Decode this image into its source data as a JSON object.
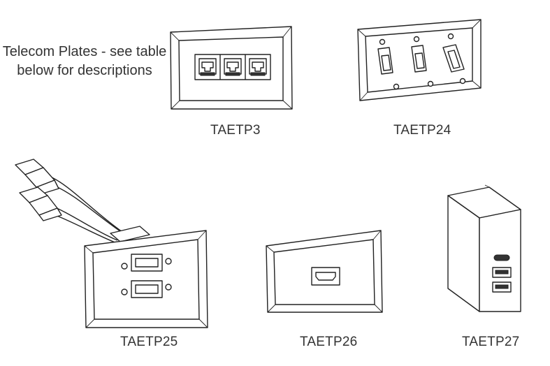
{
  "intro": {
    "line1": "Telecom Plates - see table",
    "line2": "below for descriptions"
  },
  "products": [
    {
      "code": "TAETP3"
    },
    {
      "code": "TAETP24"
    },
    {
      "code": "TAETP25"
    },
    {
      "code": "TAETP26"
    },
    {
      "code": "TAETP27"
    }
  ]
}
